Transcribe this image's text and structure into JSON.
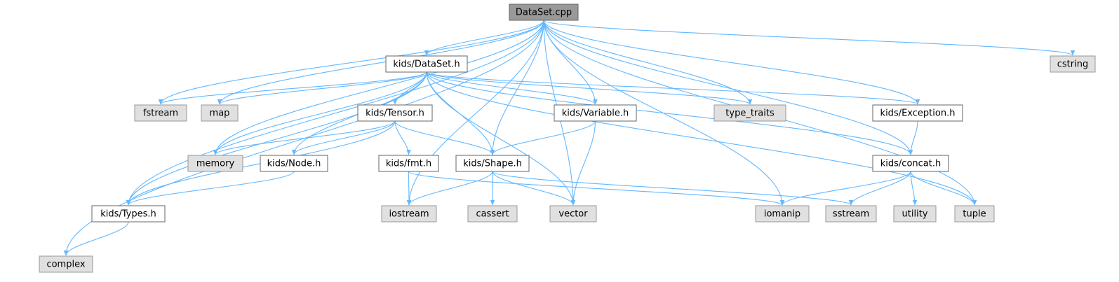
{
  "colors": {
    "edge": "#63b8ff",
    "root_fill": "#999999",
    "root_stroke": "#666666",
    "internal_fill": "#ffffff",
    "internal_stroke": "#666666",
    "system_fill": "#e0e0e0",
    "system_stroke": "#999999"
  },
  "nodes": [
    {
      "id": "root",
      "label": "DataSet.cpp",
      "kind": "root"
    },
    {
      "id": "dataset_h",
      "label": "kids/DataSet.h",
      "kind": "internal"
    },
    {
      "id": "cstring",
      "label": "cstring",
      "kind": "system"
    },
    {
      "id": "fstream",
      "label": "fstream",
      "kind": "system"
    },
    {
      "id": "map",
      "label": "map",
      "kind": "system"
    },
    {
      "id": "tensor_h",
      "label": "kids/Tensor.h",
      "kind": "internal"
    },
    {
      "id": "variable_h",
      "label": "kids/Variable.h",
      "kind": "internal"
    },
    {
      "id": "type_traits",
      "label": "type_traits",
      "kind": "system"
    },
    {
      "id": "exception_h",
      "label": "kids/Exception.h",
      "kind": "internal"
    },
    {
      "id": "memory",
      "label": "memory",
      "kind": "system"
    },
    {
      "id": "node_h",
      "label": "kids/Node.h",
      "kind": "internal"
    },
    {
      "id": "fmt_h",
      "label": "kids/fmt.h",
      "kind": "internal"
    },
    {
      "id": "shape_h",
      "label": "kids/Shape.h",
      "kind": "internal"
    },
    {
      "id": "concat_h",
      "label": "kids/concat.h",
      "kind": "internal"
    },
    {
      "id": "types_h",
      "label": "kids/Types.h",
      "kind": "internal"
    },
    {
      "id": "iostream",
      "label": "iostream",
      "kind": "system"
    },
    {
      "id": "cassert",
      "label": "cassert",
      "kind": "system"
    },
    {
      "id": "vector",
      "label": "vector",
      "kind": "system"
    },
    {
      "id": "iomanip",
      "label": "iomanip",
      "kind": "system"
    },
    {
      "id": "sstream",
      "label": "sstream",
      "kind": "system"
    },
    {
      "id": "utility",
      "label": "utility",
      "kind": "system"
    },
    {
      "id": "tuple",
      "label": "tuple",
      "kind": "system"
    },
    {
      "id": "complex",
      "label": "complex",
      "kind": "system"
    }
  ],
  "edges": [
    [
      "root",
      "dataset_h"
    ],
    [
      "root",
      "cstring"
    ],
    [
      "root",
      "fstream"
    ],
    [
      "root",
      "map"
    ],
    [
      "root",
      "variable_h"
    ],
    [
      "root",
      "type_traits"
    ],
    [
      "root",
      "exception_h"
    ],
    [
      "root",
      "memory"
    ],
    [
      "root",
      "shape_h"
    ],
    [
      "root",
      "concat_h"
    ],
    [
      "root",
      "types_h"
    ],
    [
      "root",
      "iostream"
    ],
    [
      "root",
      "vector"
    ],
    [
      "root",
      "iomanip"
    ],
    [
      "root",
      "tuple"
    ],
    [
      "root",
      "complex"
    ],
    [
      "dataset_h",
      "fstream"
    ],
    [
      "dataset_h",
      "map"
    ],
    [
      "dataset_h",
      "tensor_h"
    ],
    [
      "dataset_h",
      "variable_h"
    ],
    [
      "dataset_h",
      "type_traits"
    ],
    [
      "dataset_h",
      "exception_h"
    ],
    [
      "dataset_h",
      "memory"
    ],
    [
      "dataset_h",
      "node_h"
    ],
    [
      "dataset_h",
      "shape_h"
    ],
    [
      "dataset_h",
      "concat_h"
    ],
    [
      "dataset_h",
      "types_h"
    ],
    [
      "dataset_h",
      "vector"
    ],
    [
      "dataset_h",
      "tuple"
    ],
    [
      "tensor_h",
      "memory"
    ],
    [
      "tensor_h",
      "node_h"
    ],
    [
      "tensor_h",
      "fmt_h"
    ],
    [
      "tensor_h",
      "shape_h"
    ],
    [
      "tensor_h",
      "types_h"
    ],
    [
      "variable_h",
      "shape_h"
    ],
    [
      "variable_h",
      "vector"
    ],
    [
      "exception_h",
      "concat_h"
    ],
    [
      "node_h",
      "types_h"
    ],
    [
      "fmt_h",
      "iostream"
    ],
    [
      "fmt_h",
      "iomanip"
    ],
    [
      "shape_h",
      "iostream"
    ],
    [
      "shape_h",
      "cassert"
    ],
    [
      "shape_h",
      "vector"
    ],
    [
      "shape_h",
      "sstream"
    ],
    [
      "concat_h",
      "iomanip"
    ],
    [
      "concat_h",
      "sstream"
    ],
    [
      "concat_h",
      "utility"
    ],
    [
      "concat_h",
      "tuple"
    ],
    [
      "types_h",
      "complex"
    ]
  ]
}
